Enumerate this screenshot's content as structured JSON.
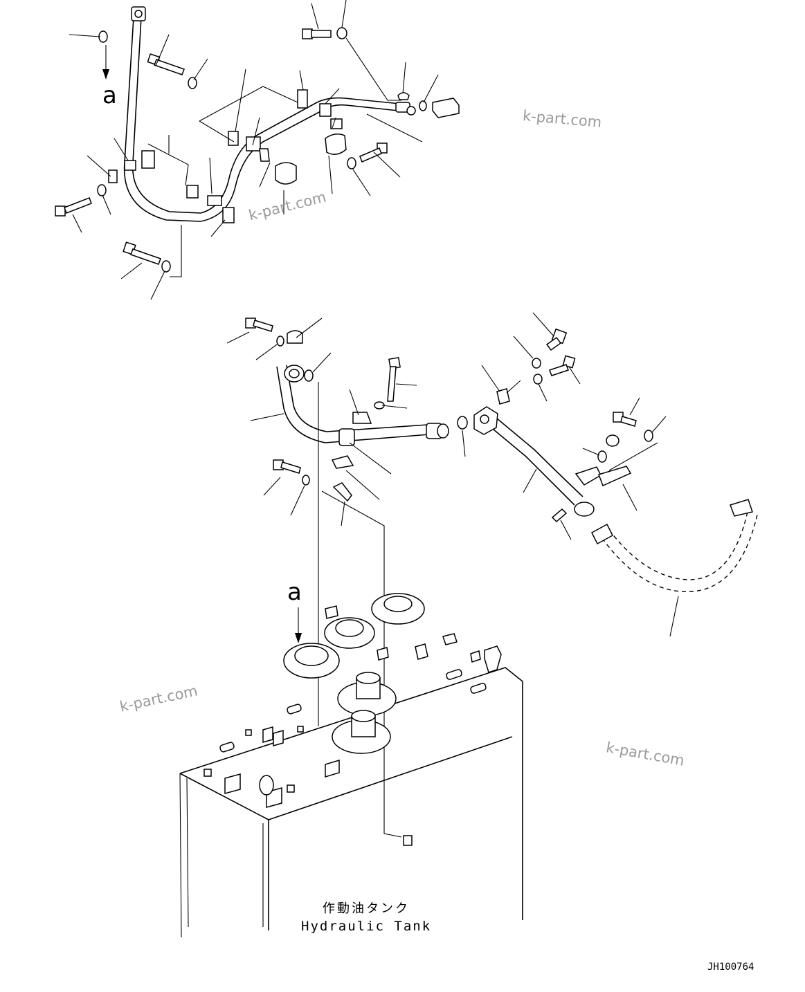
{
  "drawing": {
    "detail_label_top": "a",
    "detail_label_bottom": "a",
    "tank_label_jp": "作動油タンク",
    "tank_label_en": "Hydraulic Tank",
    "drawing_number": "JH100764",
    "watermarks": [
      "k-part.com",
      "k-part.com",
      "k-part.com",
      "k-part.com"
    ]
  }
}
